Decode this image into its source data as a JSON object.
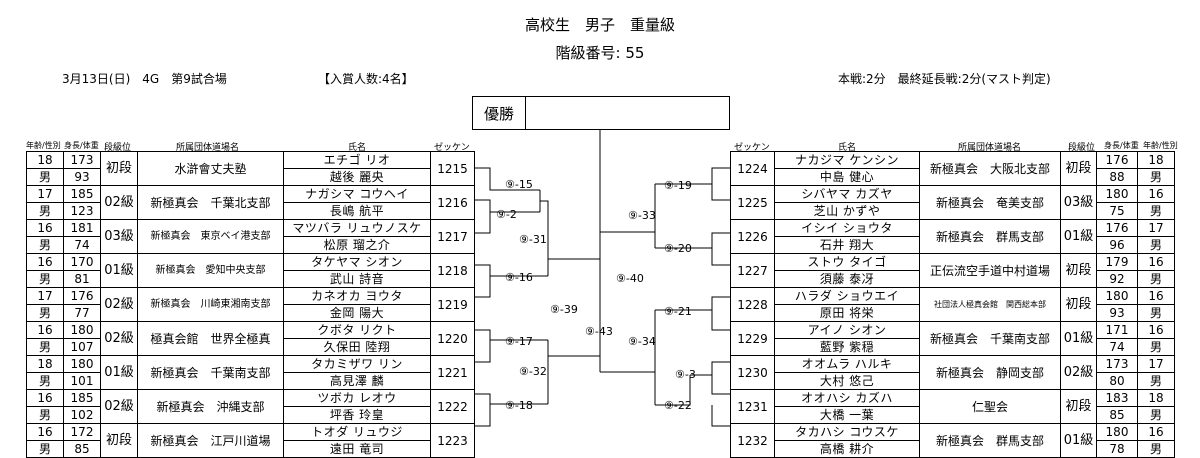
{
  "header": {
    "title": "高校生　男子　重量級",
    "class_no": "階級番号: 55",
    "date_venue": "3月13日(日)　4G　第9試合場",
    "winners": "【入賞人数:4名】",
    "rules": "本戦:2分　最終延長戦:2分(マスト判定)"
  },
  "champion_label": "優勝",
  "column_headers": {
    "age_sex": "年齢/性別",
    "height_weight": "身長/体重",
    "grade": "段級位",
    "org": "所属団体道場名",
    "name": "氏名",
    "zekken": "ゼッケン"
  },
  "left_players": [
    {
      "age": "18",
      "sex": "男",
      "height": "173",
      "weight": "93",
      "grade": "初段",
      "org": "水滸會丈夫塾",
      "kana": "エチゴ リオ",
      "kanji": "越後 麗央",
      "zekken": "1215"
    },
    {
      "age": "17",
      "sex": "男",
      "height": "185",
      "weight": "123",
      "grade": "02級",
      "org": "新極真会　千葉北支部",
      "kana": "ナガシマ コウヘイ",
      "kanji": "長嶋 航平",
      "zekken": "1216"
    },
    {
      "age": "16",
      "sex": "男",
      "height": "181",
      "weight": "74",
      "grade": "03級",
      "org": "新極真会　東京ベイ港支部",
      "kana": "マツバラ リュウノスケ",
      "kanji": "松原 瑠之介",
      "zekken": "1217"
    },
    {
      "age": "16",
      "sex": "男",
      "height": "170",
      "weight": "81",
      "grade": "01級",
      "org": "新極真会　愛知中央支部",
      "kana": "タケヤマ シオン",
      "kanji": "武山 詩音",
      "zekken": "1218"
    },
    {
      "age": "17",
      "sex": "男",
      "height": "176",
      "weight": "77",
      "grade": "02級",
      "org": "新極真会　川崎東湘南支部",
      "kana": "カネオカ ヨウタ",
      "kanji": "金岡 陽大",
      "zekken": "1219"
    },
    {
      "age": "16",
      "sex": "男",
      "height": "180",
      "weight": "107",
      "grade": "02級",
      "org": "極真会館　世界全極真",
      "kana": "クボタ リクト",
      "kanji": "久保田 陸翔",
      "zekken": "1220"
    },
    {
      "age": "18",
      "sex": "男",
      "height": "180",
      "weight": "101",
      "grade": "01級",
      "org": "新極真会　千葉南支部",
      "kana": "タカミザワ リン",
      "kanji": "高見澤 麟",
      "zekken": "1221"
    },
    {
      "age": "16",
      "sex": "男",
      "height": "185",
      "weight": "102",
      "grade": "02級",
      "org": "新極真会　沖縄支部",
      "kana": "ツボカ レオウ",
      "kanji": "坪香 玲皇",
      "zekken": "1222"
    },
    {
      "age": "16",
      "sex": "男",
      "height": "172",
      "weight": "85",
      "grade": "初段",
      "org": "新極真会　江戸川道場",
      "kana": "トオダ リュウジ",
      "kanji": "遠田 竜司",
      "zekken": "1223"
    }
  ],
  "right_players": [
    {
      "zekken": "1224",
      "kana": "ナカジマ ケンシン",
      "kanji": "中島 健心",
      "org": "新極真会　大阪北支部",
      "grade": "初段",
      "height": "176",
      "weight": "88",
      "age": "18",
      "sex": "男"
    },
    {
      "zekken": "1225",
      "kana": "シバヤマ カズヤ",
      "kanji": "芝山 かずや",
      "org": "新極真会　奄美支部",
      "grade": "03級",
      "height": "180",
      "weight": "75",
      "age": "16",
      "sex": "男"
    },
    {
      "zekken": "1226",
      "kana": "イシイ ショウタ",
      "kanji": "石井 翔大",
      "org": "新極真会　群馬支部",
      "grade": "01級",
      "height": "176",
      "weight": "96",
      "age": "17",
      "sex": "男"
    },
    {
      "zekken": "1227",
      "kana": "ストウ タイゴ",
      "kanji": "須藤 泰冴",
      "org": "正伝流空手道中村道場",
      "grade": "初段",
      "height": "179",
      "weight": "92",
      "age": "16",
      "sex": "男"
    },
    {
      "zekken": "1228",
      "kana": "ハラダ ショウエイ",
      "kanji": "原田 将栄",
      "org": "社団法人極真会館　関西総本部",
      "grade": "初段",
      "height": "180",
      "weight": "93",
      "age": "16",
      "sex": "男"
    },
    {
      "zekken": "1229",
      "kana": "アイノ シオン",
      "kanji": "藍野 紫穏",
      "org": "新極真会　千葉南支部",
      "grade": "01級",
      "height": "171",
      "weight": "74",
      "age": "16",
      "sex": "男"
    },
    {
      "zekken": "1230",
      "kana": "オオムラ ハルキ",
      "kanji": "大村 悠己",
      "org": "新極真会　静岡支部",
      "grade": "02級",
      "height": "173",
      "weight": "80",
      "age": "17",
      "sex": "男"
    },
    {
      "zekken": "1231",
      "kana": "オオハシ カズハ",
      "kanji": "大橋 一葉",
      "org": "仁聖会",
      "grade": "初段",
      "height": "183",
      "weight": "85",
      "age": "18",
      "sex": "男"
    },
    {
      "zekken": "1232",
      "kana": "タカハシ コウスケ",
      "kanji": "高橋 耕介",
      "org": "新極真会　群馬支部",
      "grade": "01級",
      "height": "180",
      "weight": "78",
      "age": "16",
      "sex": "男"
    }
  ],
  "matches": {
    "m15": "⑨-15",
    "m2": "⑨-2",
    "m31": "⑨-31",
    "m16": "⑨-16",
    "m39": "⑨-39",
    "m17": "⑨-17",
    "m32": "⑨-32",
    "m18": "⑨-18",
    "m43": "⑨-43",
    "m40": "⑨-40",
    "m19": "⑨-19",
    "m33": "⑨-33",
    "m20": "⑨-20",
    "m21": "⑨-21",
    "m34": "⑨-34",
    "m3": "⑨-3",
    "m22": "⑨-22"
  }
}
